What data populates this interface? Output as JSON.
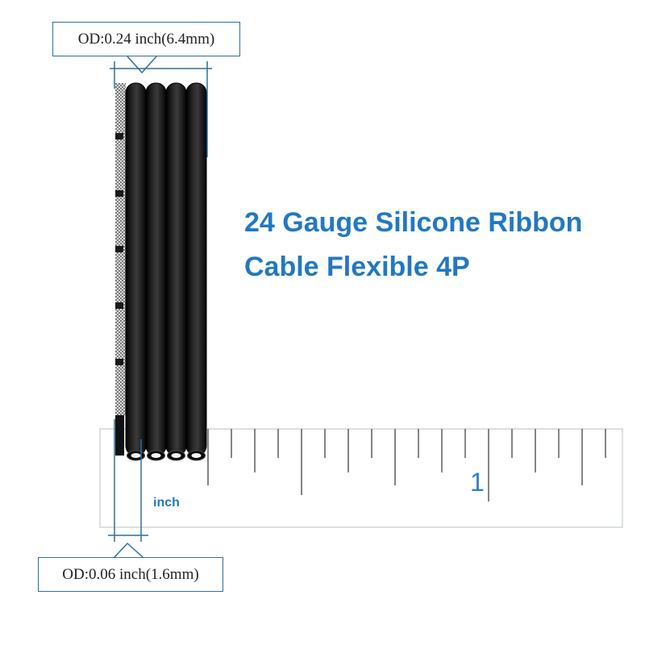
{
  "callouts": {
    "top": "OD:0.24 inch(6.4mm)",
    "bottom": "OD:0.06 inch(1.6mm)"
  },
  "headline": {
    "line1": "24 Gauge Silicone Ribbon",
    "line2": "Cable Flexible 4P"
  },
  "ruler": {
    "unit_label": "inch",
    "number": "1"
  },
  "cable": {
    "conductor_count": 4
  },
  "colors": {
    "accent": "#2278c2",
    "cable": "#111111",
    "ruler_line": "#cfd6dc"
  }
}
